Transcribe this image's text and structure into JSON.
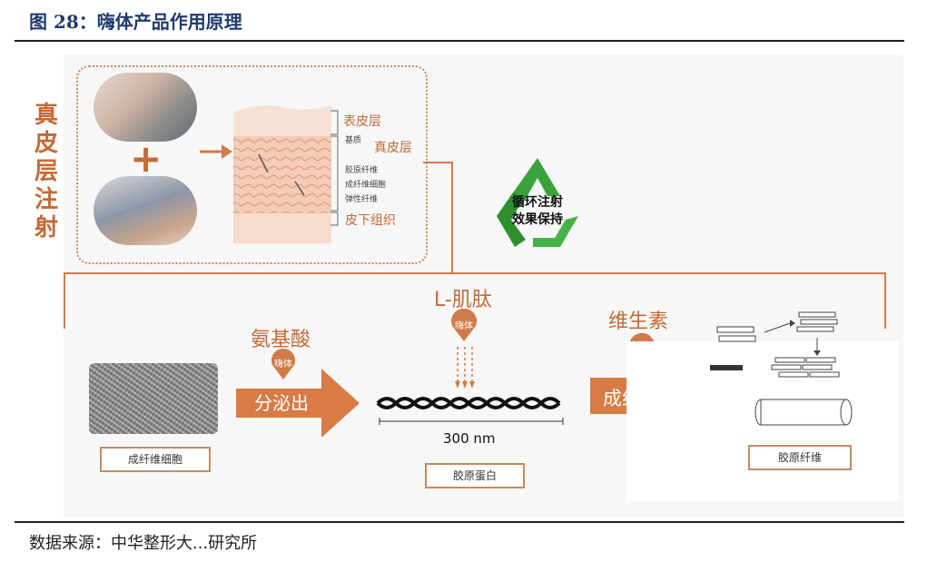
{
  "header": {
    "title": "图 28：嗨体产品作用原理"
  },
  "footer": {
    "source": "数据来源：中华整形大...研究所"
  },
  "injection": {
    "label": "真皮层注射"
  },
  "skin_layers": {
    "epidermis": "表皮层",
    "matrix": "基质",
    "dermis": "真皮层",
    "collagen_fiber": "胶原纤维",
    "fibroblast": "成纤维细胞",
    "elastic_fiber": "弹性纤维",
    "subcutaneous": "皮下组织"
  },
  "recycle": {
    "line1": "循环注射",
    "line2": "效果保持"
  },
  "process": {
    "amino_acid": "氨基酸",
    "l_peptide": "L-肌肽",
    "vitamin": "维生素",
    "enzyme_pin": "嗨体",
    "secrete": "分泌出",
    "fibrosis": "成纤维化",
    "scale": "300 nm"
  },
  "labels": {
    "fibroblast_cell": "成纤维细胞",
    "collagen_protein": "胶原蛋白",
    "collagen_fiber": "胶原纤维"
  },
  "colors": {
    "accent": "#d27a4a",
    "text_orange": "#c46a36",
    "recycle_green": "#3aa23a",
    "title_blue": "#1f3b6e"
  }
}
